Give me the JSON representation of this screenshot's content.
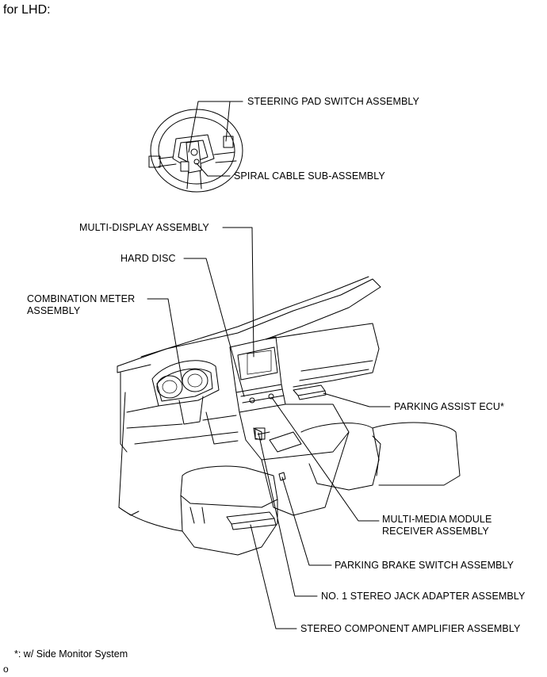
{
  "header": "for LHD:",
  "labels": {
    "steering_pad_switch": "STEERING PAD SWITCH ASSEMBLY",
    "spiral_cable": "SPIRAL CABLE SUB-ASSEMBLY",
    "multi_display": "MULTI-DISPLAY ASSEMBLY",
    "hard_disc": "HARD DISC",
    "combination_meter_line1": "COMBINATION METER",
    "combination_meter_line2": "ASSEMBLY",
    "parking_assist_ecu": "PARKING ASSIST ECU*",
    "multi_media_line1": "MULTI-MEDIA MODULE",
    "multi_media_line2": "RECEIVER ASSEMBLY",
    "parking_brake_switch": "PARKING BRAKE SWITCH ASSEMBLY",
    "stereo_jack_adapter": "NO. 1 STEREO JACK ADAPTER ASSEMBLY",
    "stereo_amplifier": "STEREO COMPONENT AMPLIFIER ASSEMBLY"
  },
  "footnote": "*: w/ Side Monitor System",
  "figure_code": "o"
}
